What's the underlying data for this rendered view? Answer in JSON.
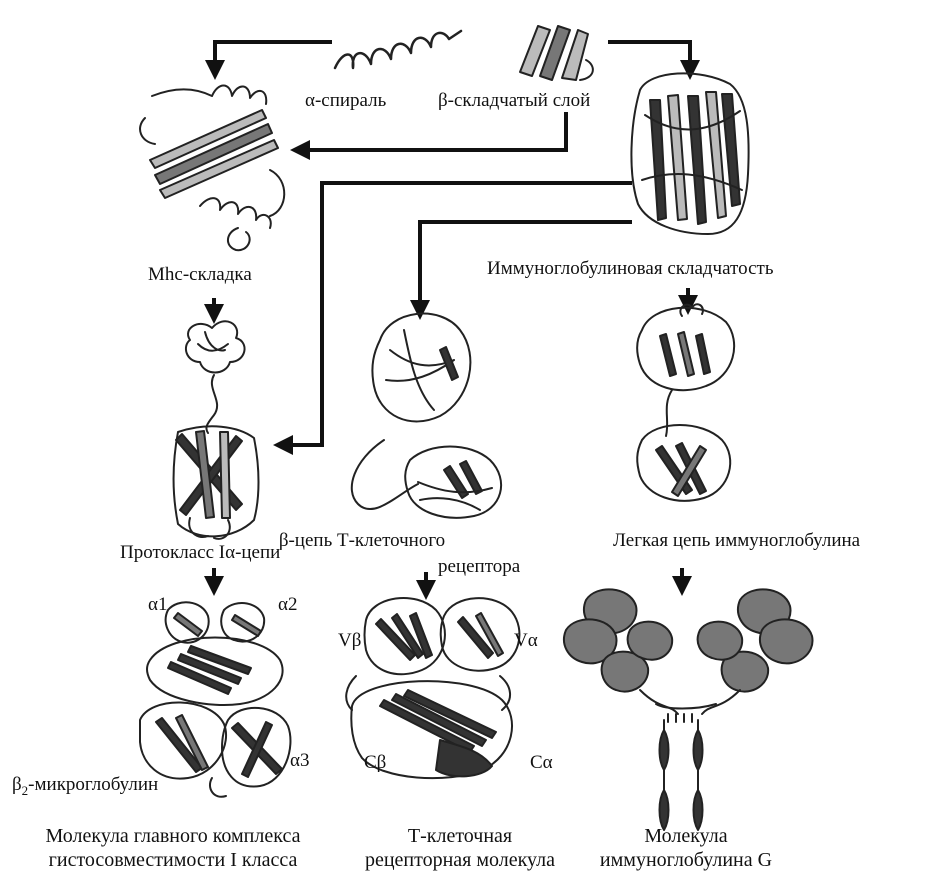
{
  "labels": {
    "alpha_helix": "α-спираль",
    "beta_sheet": "β-складчатый слой",
    "mhc_fold": "Mhc-складка",
    "ig_fold": "Иммуноглобулиновая складчатость",
    "protoclass": "Протокласс Iα-цепи",
    "tcr_beta_line1": "β-цепь Т-клеточного",
    "tcr_beta_line2": "рецептора",
    "light_chain": "Легкая цепь иммуноглобулина",
    "a1": "α1",
    "a2": "α2",
    "a3": "α3",
    "b2m_main": "β",
    "b2m_sub": "2",
    "b2m_rest": "-микроглобулин",
    "vb": "Vβ",
    "va": "Vα",
    "cb": "Cβ",
    "ca": "Cα",
    "mhc_molecule_line1": "Молекула главного комплекса",
    "mhc_molecule_line2": "гистосовместимости I класса",
    "tcr_molecule_line1": "Т-клеточная",
    "tcr_molecule_line2": "рецепторная молекула",
    "igg_line1": "Молекула",
    "igg_line2": "иммуноглобулина G"
  },
  "colors": {
    "arrow": "#111111",
    "ribbon_dark": "#333333",
    "ribbon_light": "#bbbbbb"
  }
}
